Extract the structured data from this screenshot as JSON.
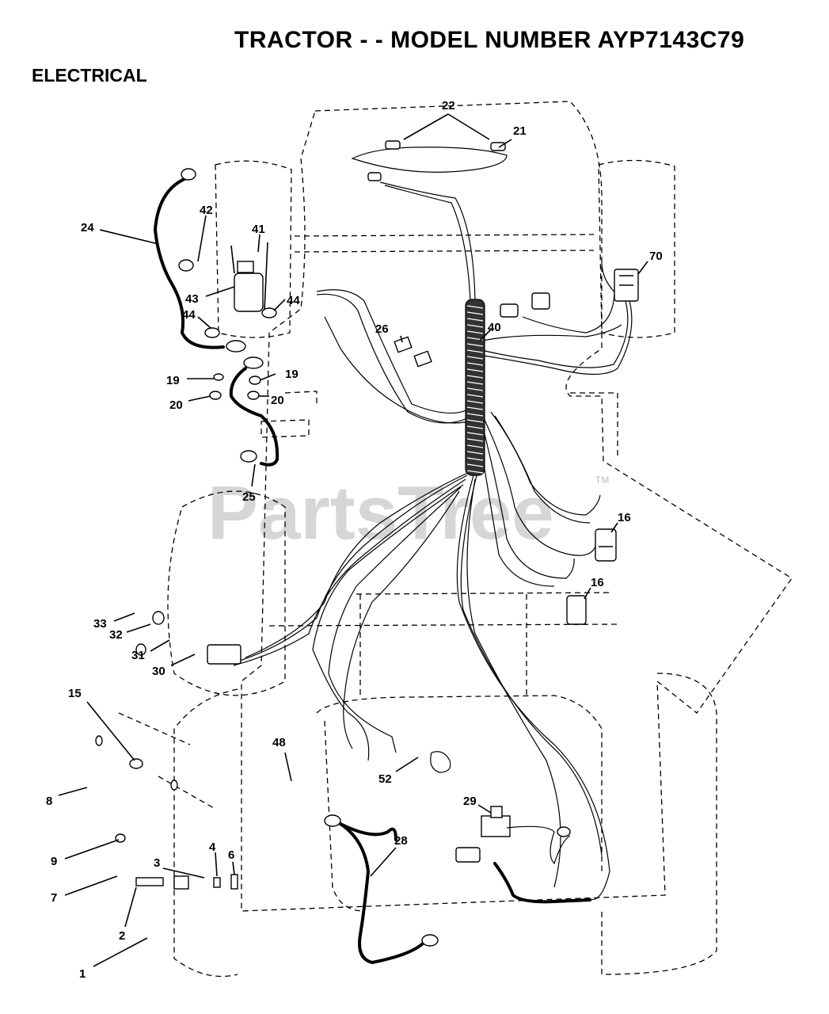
{
  "header": {
    "title": "TRACTOR - - MODEL NUMBER AYP7143C79",
    "section": "ELECTRICAL"
  },
  "watermark": {
    "text": "PartsTree",
    "trademark": "TM"
  },
  "callouts": {
    "c1": "1",
    "c2": "2",
    "c3": "3",
    "c4": "4",
    "c6": "6",
    "c7": "7",
    "c8": "8",
    "c9": "9",
    "c15": "15",
    "c16a": "16",
    "c16b": "16",
    "c19a": "19",
    "c19b": "19",
    "c20a": "20",
    "c20b": "20",
    "c21": "21",
    "c22": "22",
    "c24": "24",
    "c25": "25",
    "c26": "26",
    "c28": "28",
    "c29": "29",
    "c30": "30",
    "c31": "31",
    "c32": "32",
    "c33": "33",
    "c40": "40",
    "c41": "41",
    "c42": "42",
    "c43": "43",
    "c44a": "44",
    "c44b": "44",
    "c48": "48",
    "c52": "52",
    "c70": "70"
  }
}
